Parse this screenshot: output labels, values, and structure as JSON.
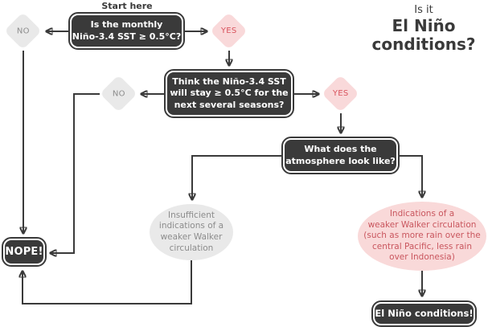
{
  "title": {
    "small": "Is it",
    "big": "El Niño\nconditions?"
  },
  "labels": {
    "start": "Start here",
    "yes": "YES",
    "no": "NO"
  },
  "nodes": {
    "q_monthly": {
      "text": "Is the monthly\nNiño-3.4 SST ≥ 0.5°C?"
    },
    "q_persist": {
      "text": "Think the Niño-3.4 SST\nwill stay ≥ 0.5°C for the\nnext several seasons?"
    },
    "q_atmosphere": {
      "text": "What does the\natmosphere look like?"
    },
    "outcome_insufficient": {
      "text": "Insufficient\nindications of a\nweaker Walker\ncirculation"
    },
    "outcome_indications": {
      "text": "Indications of a\nweaker Walker circulation\n(such as more rain over the\ncentral Pacific, less rain\nover Indonesia)"
    },
    "result_no": {
      "text": "NOPE!"
    },
    "result_yes": {
      "text": "El Niño conditions!"
    }
  },
  "colors": {
    "dark": "#3a3a3a",
    "box_text": "#ffffff",
    "gray_fill": "#e9e9e9",
    "gray_text": "#8c8c8c",
    "pink_fill": "#f9d9da",
    "pink_text": "#d9545e",
    "background": "#ffffff"
  }
}
